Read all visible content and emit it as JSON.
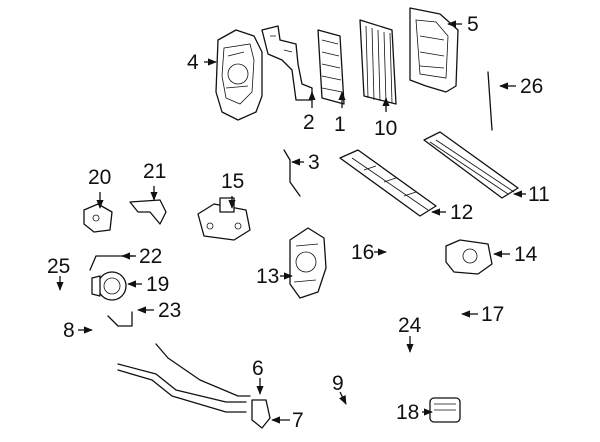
{
  "diagram": {
    "callouts": [
      "1",
      "2",
      "3",
      "4",
      "5",
      "6",
      "7",
      "8",
      "9",
      "10",
      "11",
      "12",
      "13",
      "14",
      "15",
      "16",
      "17",
      "18",
      "19",
      "20",
      "21",
      "22",
      "23",
      "24",
      "25",
      "26"
    ]
  },
  "colors": {
    "ink": "#111111",
    "paper": "#ffffff"
  }
}
